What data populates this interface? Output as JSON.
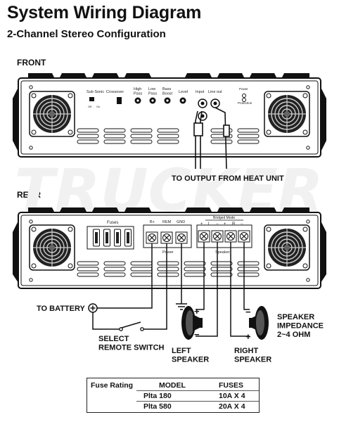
{
  "header": {
    "title": "System Wiring Diagram",
    "subtitle": "2-Channel Stereo Configuration"
  },
  "front": {
    "section_label": "FRONT",
    "controls": {
      "sub_sonic": "Sub Sonic",
      "crossover": "Crossover",
      "high_pass": "High\nPass",
      "low_pass": "Low\nPass",
      "bass_boost": "Bass\nBoost",
      "level": "Level",
      "input": "Input",
      "line_out": "Line out",
      "power": "Power",
      "protection": "Protection",
      "off": "Off",
      "on": "On"
    },
    "output_label": "TO OUTPUT FROM HEAT UNIT"
  },
  "rear": {
    "section_label": "REAR",
    "fuses_label": "Fuses",
    "power_terminals": [
      "B+",
      "REM",
      "GND"
    ],
    "power_label": "Power",
    "speaker_terminals": [
      "+",
      "L",
      "−",
      "+",
      "R",
      "−"
    ],
    "bridged_mode_label": "Bridged Mode",
    "speaker_label": "Speaker"
  },
  "annotations": {
    "to_battery": "TO BATTERY",
    "select_remote_switch": "SELECT\nREMOTE SWITCH",
    "left_speaker": "LEFT\nSPEAKER",
    "right_speaker": "RIGHT\nSPEAKER",
    "speaker_impedance": "SPEAKER\nIMPEDANCE\n2~4 OHM",
    "plus": "+",
    "minus": "−"
  },
  "fuse_table": {
    "rating_label": "Fuse Rating",
    "col_model": "MODEL",
    "col_fuses": "FUSES",
    "rows": [
      {
        "model": "Plta 180",
        "fuses": "10A X 4"
      },
      {
        "model": "Plta 580",
        "fuses": "20A X 4"
      }
    ]
  }
}
